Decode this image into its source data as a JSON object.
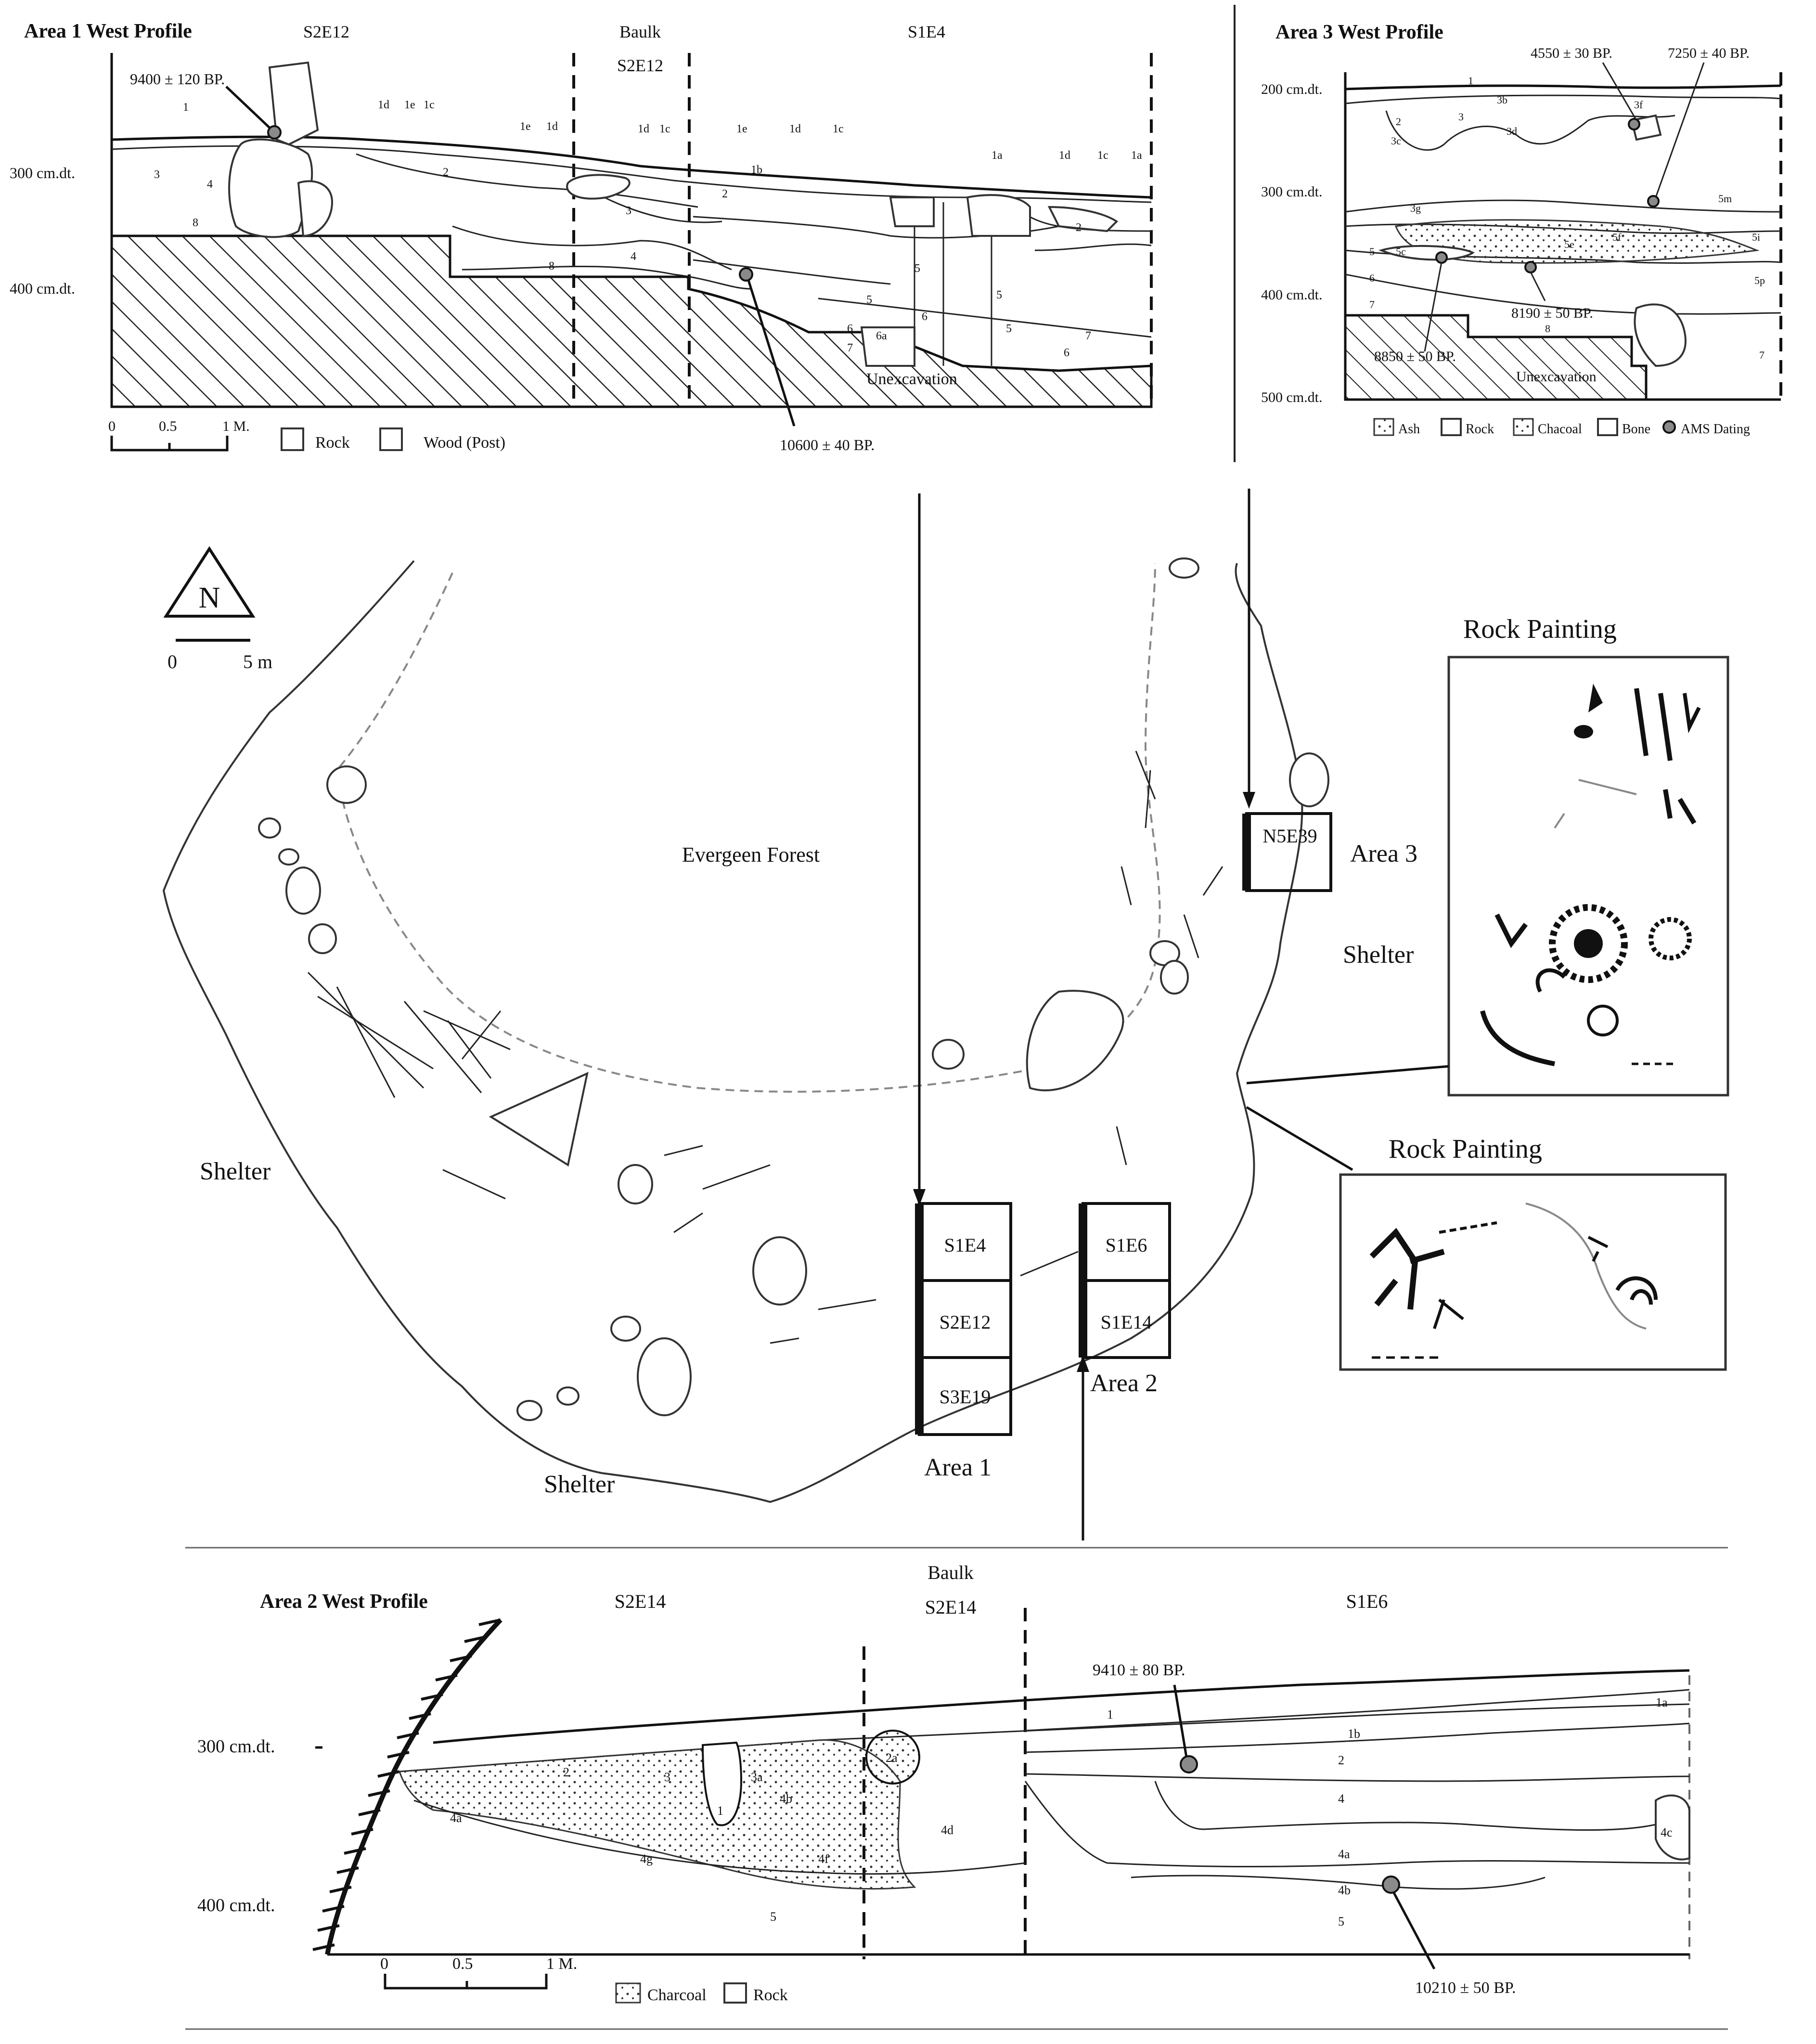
{
  "area1": {
    "title": "Area 1 West Profile",
    "units": [
      "S2E12",
      "Baulk",
      "S2E12",
      "S1E4"
    ],
    "depths": [
      "300 cm.dt.",
      "400 cm.dt."
    ],
    "dates": [
      "9400 ± 120 BP.",
      "10600 ± 40 BP."
    ],
    "unexcavated": "Unexcavation",
    "scale": [
      "0",
      "0.5",
      "1 M."
    ],
    "legend": [
      "Rock",
      "Wood (Post)"
    ],
    "layers": [
      "1",
      "3",
      "4",
      "8",
      "1d",
      "1e",
      "1c",
      "2",
      "1e",
      "1d",
      "3",
      "8",
      "1d",
      "1c",
      "4",
      "1e",
      "1d",
      "1c",
      "2",
      "1b",
      "1a",
      "1d",
      "1c",
      "1a",
      "2",
      "5",
      "6",
      "7",
      "5",
      "5",
      "6a",
      "6",
      "7",
      "5",
      "6"
    ]
  },
  "area3": {
    "title": "Area 3 West Profile",
    "depths": [
      "200 cm.dt.",
      "300 cm.dt.",
      "400 cm.dt.",
      "500 cm.dt."
    ],
    "dates": [
      "4550 ± 30 BP.",
      "7250 ± 40 BP.",
      "8190 ± 50 BP.",
      "8850 ± 50 BP."
    ],
    "unexcavated": "Unexcavation",
    "legend": [
      "Ash",
      "Rock",
      "Chacoal",
      "Bone",
      "AMS Dating"
    ],
    "layers": [
      "1",
      "2",
      "3",
      "3b",
      "3c",
      "3d",
      "3f",
      "3g",
      "5",
      "5c",
      "6",
      "7",
      "8",
      "5e",
      "5f",
      "5i",
      "5m",
      "5p",
      "7"
    ]
  },
  "map": {
    "north": "N",
    "scale": [
      "0",
      "5 m"
    ],
    "forest": "Evergeen Forest",
    "shelter_labels": [
      "Shelter",
      "Shelter",
      "Shelter"
    ],
    "area1": {
      "label": "Area 1",
      "units": [
        "S1E4",
        "S2E12",
        "S3E19"
      ]
    },
    "area2": {
      "label": "Area 2",
      "units": [
        "S1E6",
        "S1E14"
      ]
    },
    "area3": {
      "label": "Area 3",
      "unit": "N5E39"
    },
    "rock_painting_1": "Rock Painting",
    "rock_painting_2": "Rock Painting"
  },
  "area2": {
    "title": "Area 2 West Profile",
    "units": [
      "S2E14",
      "Baulk",
      "S2E14",
      "S1E6"
    ],
    "depths": [
      "300 cm.dt.",
      "400 cm.dt."
    ],
    "dates": [
      "9410 ± 80 BP.",
      "10210 ± 50 BP."
    ],
    "scale": [
      "0",
      "0.5",
      "1 M."
    ],
    "legend": [
      "Charcoal",
      "Rock"
    ],
    "layers": [
      "2",
      "3",
      "4a",
      "4g",
      "1",
      "3a",
      "4b",
      "2a",
      "4f",
      "4d",
      "5",
      "1a",
      "1",
      "1b",
      "2",
      "4",
      "4a",
      "4b",
      "4c",
      "5"
    ]
  }
}
